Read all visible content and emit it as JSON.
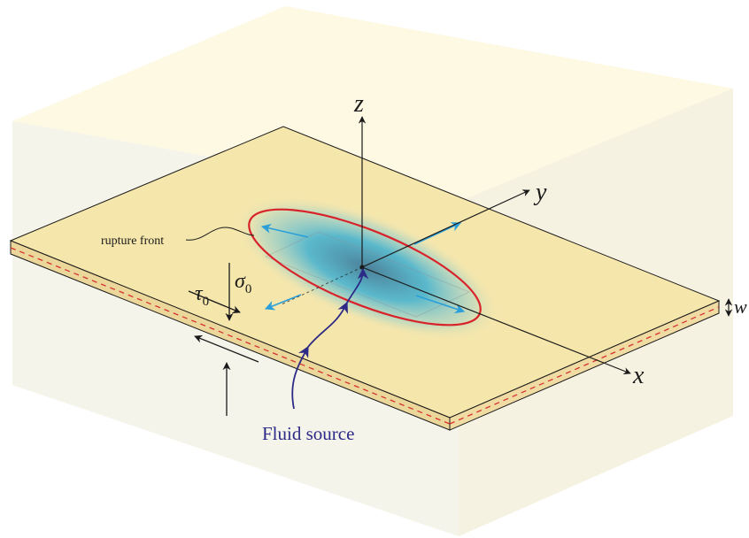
{
  "diagram": {
    "axes": {
      "z": "z",
      "y": "y",
      "x": "x"
    },
    "labels": {
      "rupture_front": "rupture front",
      "tau0_symbol": "τ",
      "tau0_sub": "0",
      "sigma0_symbol": "σ",
      "sigma0_sub": "0",
      "thickness": "w",
      "fluid_source": "Fluid source"
    },
    "colors": {
      "slab_top": "#f5e6ac",
      "slab_edge": "#e8d496",
      "fault_line": "#d7322f",
      "rupture_ellipse": "#d8232a",
      "pressure_blob": "#27a9d6",
      "expansion_arrows": "#2b9fd9",
      "fluid_path": "#2c2a86",
      "fluid_label": "#2c2a86",
      "background_box": "#fbf7e4",
      "axes": "#1a1a1a"
    },
    "icons": [
      "expansion-arrow-icon",
      "fluid-flow-arrow-icon",
      "shear-arrow-icon",
      "normal-stress-arrow-icon"
    ]
  }
}
